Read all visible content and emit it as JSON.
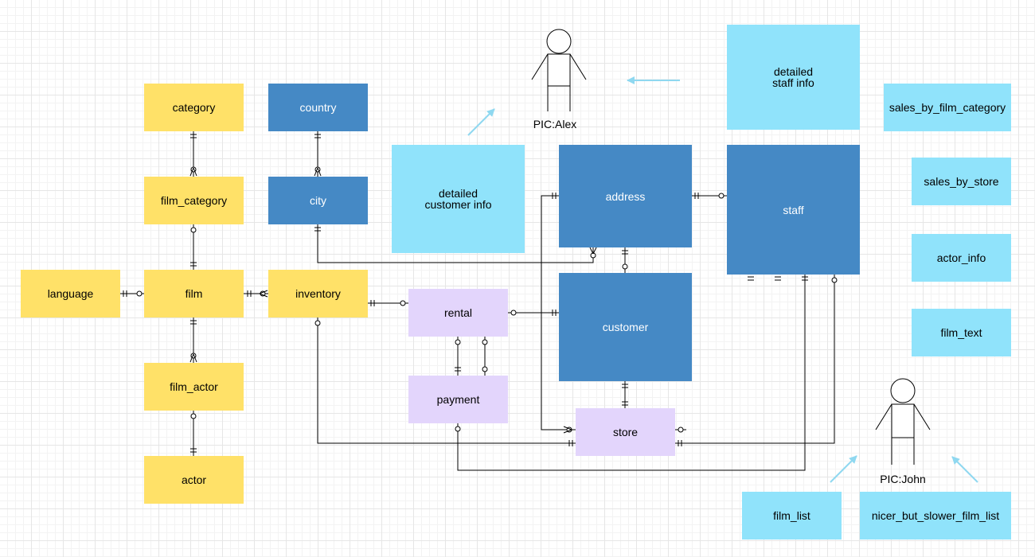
{
  "entities": [
    {
      "id": "category",
      "label": "category",
      "style": "yellow"
    },
    {
      "id": "film_category",
      "label": "film_category",
      "style": "yellow"
    },
    {
      "id": "film",
      "label": "film",
      "style": "yellow"
    },
    {
      "id": "language",
      "label": "language",
      "style": "yellow"
    },
    {
      "id": "film_actor",
      "label": "film_actor",
      "style": "yellow"
    },
    {
      "id": "actor",
      "label": "actor",
      "style": "yellow"
    },
    {
      "id": "country",
      "label": "country",
      "style": "blue"
    },
    {
      "id": "city",
      "label": "city",
      "style": "blue"
    },
    {
      "id": "inventory",
      "label": "inventory",
      "style": "yellow"
    },
    {
      "id": "detailed_customer_info",
      "label": "detailed\ncustomer info",
      "style": "light"
    },
    {
      "id": "address",
      "label": "address",
      "style": "blue"
    },
    {
      "id": "customer",
      "label": "customer",
      "style": "blue"
    },
    {
      "id": "staff",
      "label": "staff",
      "style": "blue"
    },
    {
      "id": "detailed_staff_info",
      "label": "detailed\nstaff info",
      "style": "light"
    },
    {
      "id": "rental",
      "label": "rental",
      "style": "purple"
    },
    {
      "id": "payment",
      "label": "payment",
      "style": "purple"
    },
    {
      "id": "store",
      "label": "store",
      "style": "purple"
    },
    {
      "id": "sales_by_film_category",
      "label": "sales_by_film_category",
      "style": "light"
    },
    {
      "id": "sales_by_store",
      "label": "sales_by_store",
      "style": "light"
    },
    {
      "id": "actor_info",
      "label": "actor_info",
      "style": "light"
    },
    {
      "id": "film_text",
      "label": "film_text",
      "style": "light"
    },
    {
      "id": "film_list",
      "label": "film_list",
      "style": "light"
    },
    {
      "id": "nicer_but_slower_film_list",
      "label": "nicer_but_slower_film_list",
      "style": "light"
    }
  ],
  "actors": [
    {
      "id": "alex",
      "label": "PIC:Alex"
    },
    {
      "id": "john",
      "label": "PIC:John"
    }
  ],
  "relationships": [
    {
      "from": "category",
      "to": "film_category",
      "from_end": "one-mandatory",
      "to_end": "zero-or-many"
    },
    {
      "from": "film",
      "to": "film_category",
      "from_end": "one-mandatory",
      "to_end": "zero-or-one"
    },
    {
      "from": "language",
      "to": "film",
      "from_end": "one-mandatory",
      "to_end": "zero-or-one"
    },
    {
      "from": "film",
      "to": "inventory",
      "from_end": "one-mandatory",
      "to_end": "zero-or-many"
    },
    {
      "from": "film",
      "to": "film_actor",
      "from_end": "one-mandatory",
      "to_end": "zero-or-many"
    },
    {
      "from": "actor",
      "to": "film_actor",
      "from_end": "one-mandatory",
      "to_end": "zero-or-one"
    },
    {
      "from": "country",
      "to": "city",
      "from_end": "one-mandatory",
      "to_end": "zero-or-many"
    },
    {
      "from": "city",
      "to": "address",
      "from_end": "one-mandatory",
      "to_end": "zero-or-many"
    },
    {
      "from": "inventory",
      "to": "rental",
      "from_end": "one-mandatory",
      "to_end": "zero-or-many"
    },
    {
      "from": "rental",
      "to": "customer",
      "from_end": "zero-or-one",
      "to_end": "one-mandatory"
    },
    {
      "from": "rental",
      "to": "payment",
      "from_end": "zero-or-one",
      "to_end": "one-mandatory"
    },
    {
      "from": "rental",
      "to": "payment",
      "from_end": "zero-or-one",
      "to_end": "zero-or-one"
    },
    {
      "from": "address",
      "to": "customer",
      "from_end": "one-mandatory",
      "to_end": "zero-or-one"
    },
    {
      "from": "address",
      "to": "staff",
      "from_end": "one-mandatory",
      "to_end": "zero-or-one"
    },
    {
      "from": "address",
      "to": "store",
      "from_end": "one-mandatory",
      "to_end": "zero-or-many"
    },
    {
      "from": "customer",
      "to": "store",
      "from_end": "one-mandatory",
      "to_end": "one-mandatory"
    },
    {
      "from": "inventory",
      "to": "store",
      "from_end": "zero-or-one",
      "to_end": "one-mandatory"
    },
    {
      "from": "staff",
      "to": "store",
      "from_end": "zero-or-one",
      "to_end": "one-mandatory"
    },
    {
      "from": "payment",
      "to": "staff",
      "from_end": "zero-or-one",
      "to_end": "one-mandatory"
    }
  ],
  "colors": {
    "yellow": "#ffe168",
    "blue": "#4589c5",
    "light_blue": "#90e3fb",
    "purple": "#e3d5fc",
    "arrow": "#8fd8f0",
    "line": "#000000"
  }
}
